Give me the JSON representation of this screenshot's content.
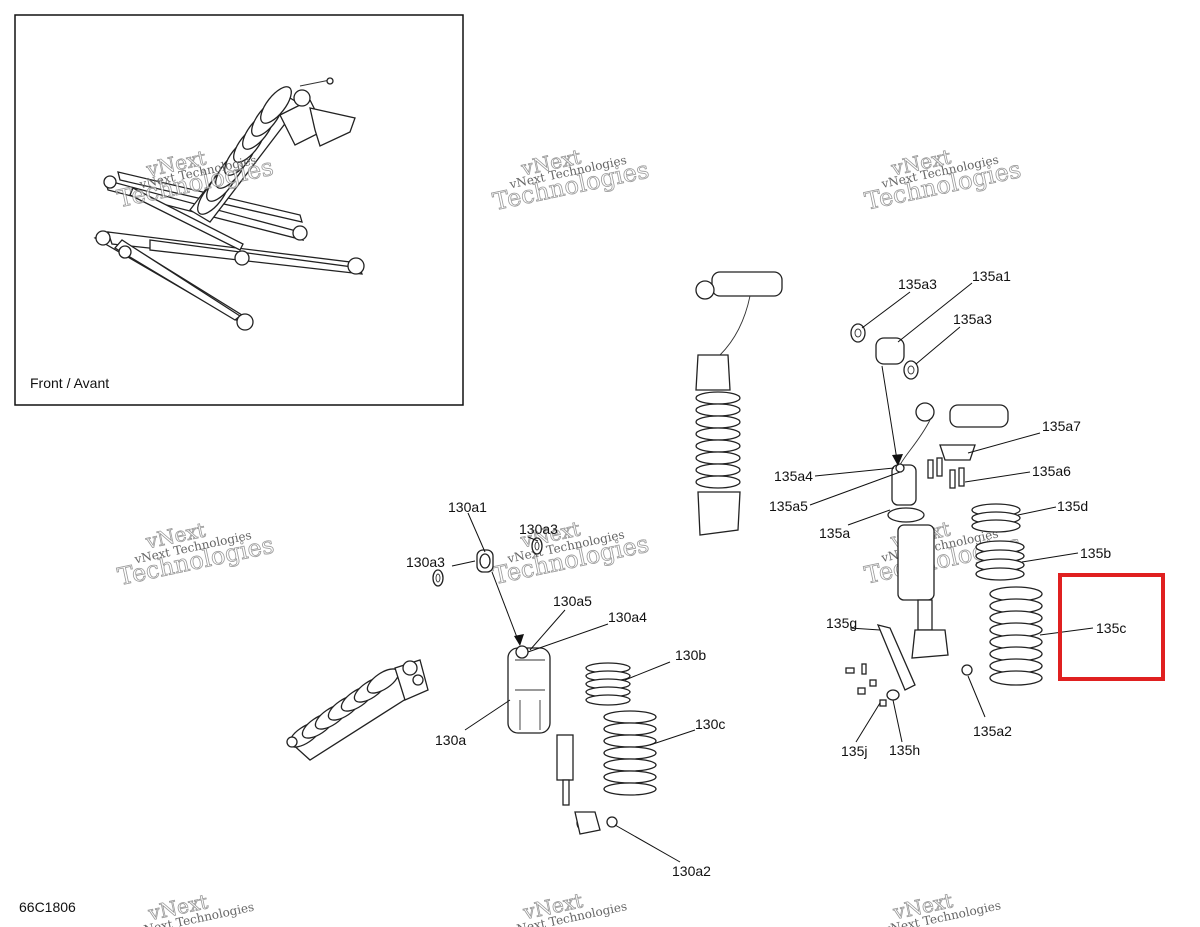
{
  "inset": {
    "caption": "Front / Avant"
  },
  "diagram_code": "66C1806",
  "watermark": {
    "line1": "vNext",
    "line2": "Technologies",
    "small": "vNext Technologies"
  },
  "highlight_color": "#e02020",
  "callouts": {
    "c130a1": "130a1",
    "c130a3_left": "130a3",
    "c130a3_right": "130a3",
    "c130a5": "130a5",
    "c130a4": "130a4",
    "c130a": "130a",
    "c130b": "130b",
    "c130c": "130c",
    "c130a2": "130a2",
    "c135a3_top": "135a3",
    "c135a1": "135a1",
    "c135a3_right": "135a3",
    "c135a7": "135a7",
    "c135a4": "135a4",
    "c135a6": "135a6",
    "c135a5": "135a5",
    "c135d": "135d",
    "c135a": "135a",
    "c135b": "135b",
    "c135g": "135g",
    "c135c": "135c",
    "c135a2": "135a2",
    "c135j": "135j",
    "c135h": "135h"
  }
}
